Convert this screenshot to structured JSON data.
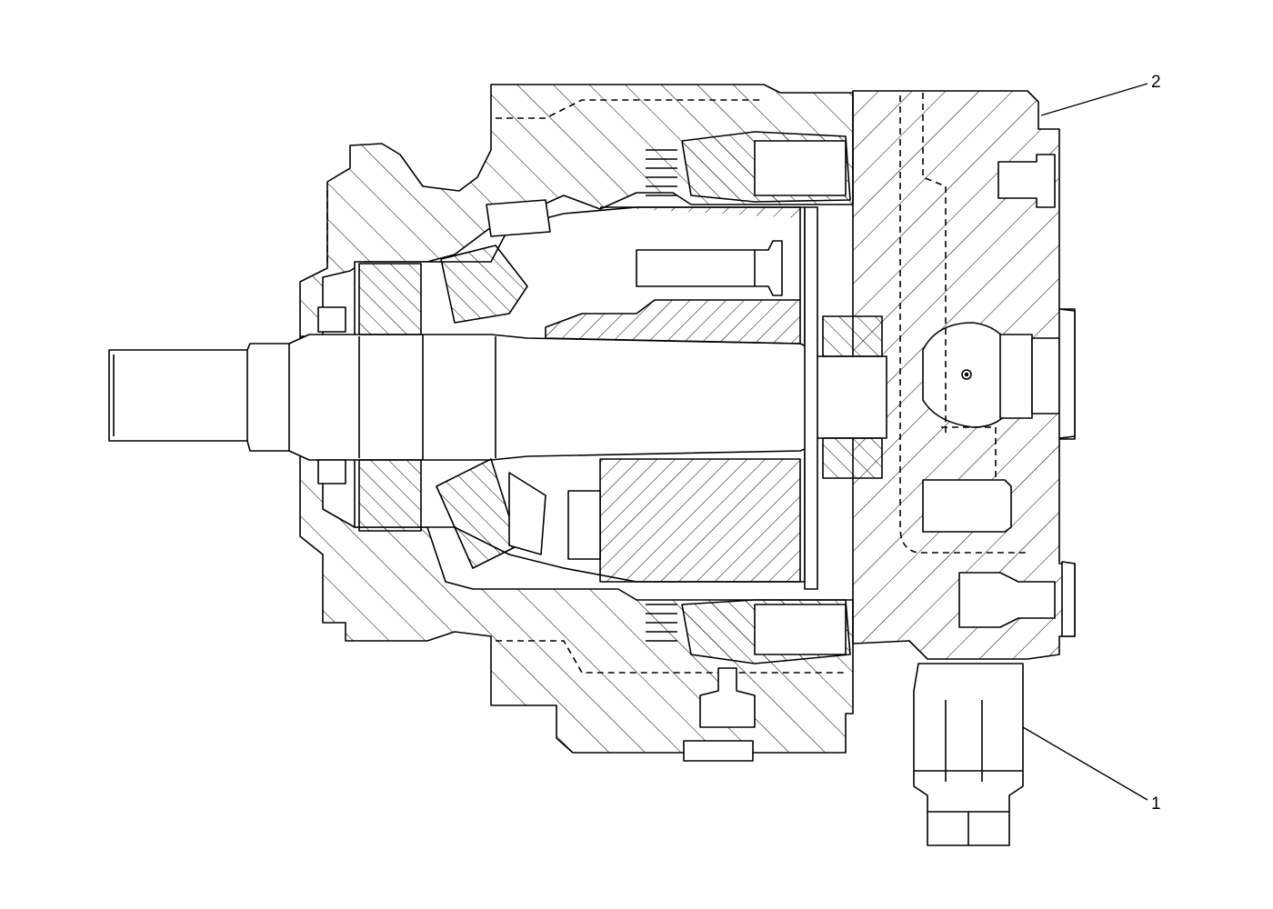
{
  "callouts": [
    {
      "id": "1",
      "label": "1",
      "part": "relief-valve"
    },
    {
      "id": "2",
      "label": "2",
      "part": "end-cover"
    }
  ],
  "colors": {
    "line": "#000000",
    "background": "#ffffff"
  }
}
